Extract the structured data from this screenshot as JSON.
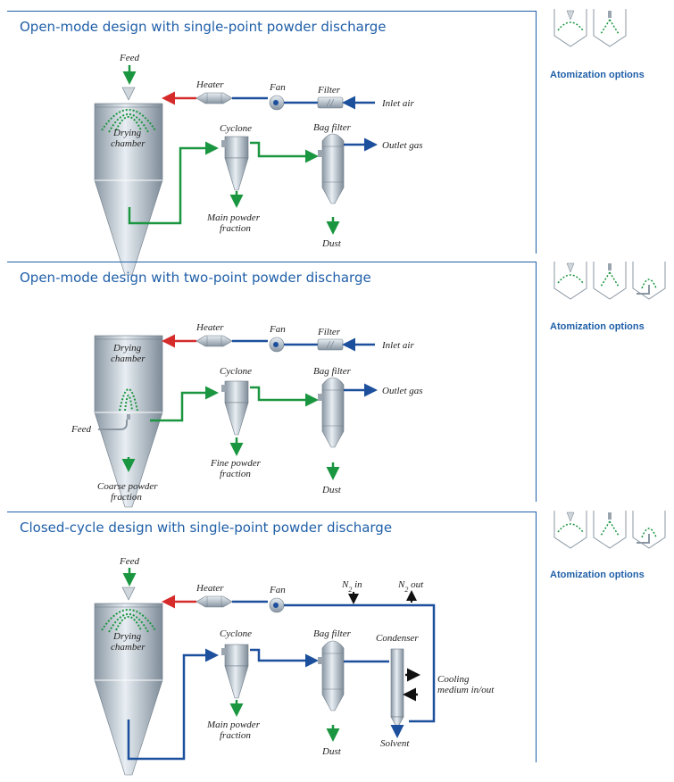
{
  "panels": [
    {
      "title": "Open-mode design with single-point powder discharge",
      "atomization_label": "Atomization options",
      "labels": {
        "feed": "Feed",
        "heater": "Heater",
        "fan": "Fan",
        "filter": "Filter",
        "inlet_air": "Inlet air",
        "drying": "Drying",
        "chamber": "chamber",
        "cyclone": "Cyclone",
        "bag_filter": "Bag filter",
        "outlet_gas": "Outlet gas",
        "main_powder_1": "Main powder",
        "main_powder_2": "fraction",
        "dust": "Dust"
      }
    },
    {
      "title": "Open-mode design with two-point powder discharge",
      "atomization_label": "Atomization options",
      "labels": {
        "heater": "Heater",
        "fan": "Fan",
        "filter": "Filter",
        "inlet_air": "Inlet air",
        "drying": "Drying",
        "chamber": "chamber",
        "cyclone": "Cyclone",
        "bag_filter": "Bag filter",
        "outlet_gas": "Outlet gas",
        "feed": "Feed",
        "coarse_1": "Coarse powder",
        "coarse_2": "fraction",
        "fine_1": "Fine powder",
        "fine_2": "fraction",
        "dust": "Dust"
      }
    },
    {
      "title": "Closed-cycle design with single-point powder discharge",
      "atomization_label": "Atomization options",
      "labels": {
        "feed": "Feed",
        "heater": "Heater",
        "fan": "Fan",
        "n2_in": "N",
        "n2_in_sub": "2",
        "n2_in_suffix": " in",
        "n2_out": "N",
        "n2_out_sub": "2",
        "n2_out_suffix": " out",
        "drying": "Drying",
        "chamber": "chamber",
        "cyclone": "Cyclone",
        "bag_filter": "Bag filter",
        "condenser": "Condenser",
        "cooling_1": "Cooling",
        "cooling_2": "medium in/out",
        "main_powder_1": "Main powder",
        "main_powder_2": "fraction",
        "dust": "Dust",
        "solvent": "Solvent"
      }
    }
  ],
  "colors": {
    "accent": "#1f5fa8",
    "air": "#1c4f9c",
    "powder": "#1b9640",
    "heat": "#d62b2b"
  }
}
